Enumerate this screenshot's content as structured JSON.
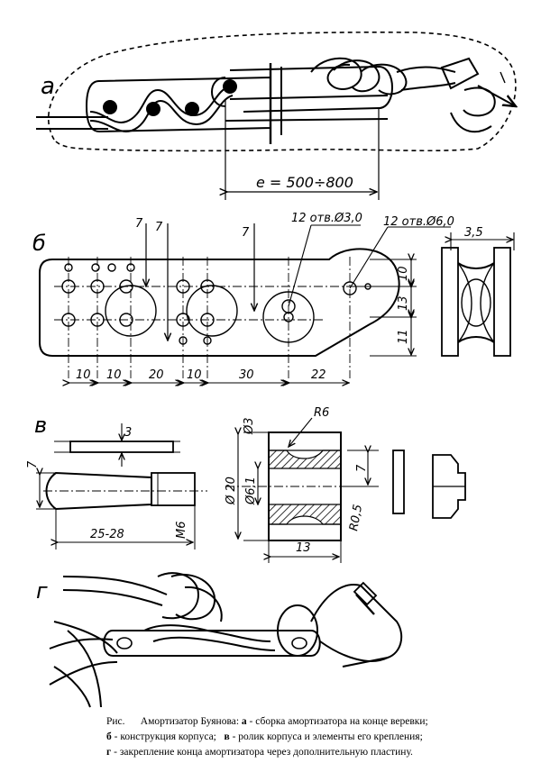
{
  "panels": {
    "a": {
      "letter": "а",
      "dimension": "е = 500÷800"
    },
    "b": {
      "letter": "б",
      "holes_small": "12 отв.Ø3,0",
      "holes_large": "12 отв.Ø6,0",
      "dim_7a": "7",
      "dim_7b": "7",
      "dim_7c": "7",
      "dim_10_right": "10",
      "dim_13_right": "13",
      "dim_11_right": "11",
      "dim_35": "3,5",
      "bottom_dims": [
        "10",
        "10",
        "20",
        "10",
        "30",
        "22"
      ]
    },
    "v": {
      "letter": "в",
      "dim_3": "3",
      "dim_7_left": "7",
      "dim_25_28": "25-28",
      "dim_m6": "M6",
      "dim_d3": "Ø3",
      "dim_r6": "R6",
      "dim_d20": "Ø 20",
      "dim_d61": "Ø6,1",
      "dim_r05": "R0,5",
      "dim_13": "13",
      "dim_7_right": "7"
    },
    "g": {
      "letter": "г"
    }
  },
  "caption": {
    "prefix": "Рис.",
    "title": "Амортизатор Буянова:",
    "a_key": "а",
    "a_text": "- сборка амортизатора на конце веревки;",
    "b_key": "б",
    "b_text": "- конструкция корпуса;",
    "v_key": "в",
    "v_text": "- ролик корпуса и элементы его крепления;",
    "g_key": "г",
    "g_text": "- закрепление конца амортизатора через дополнительную пластину."
  }
}
